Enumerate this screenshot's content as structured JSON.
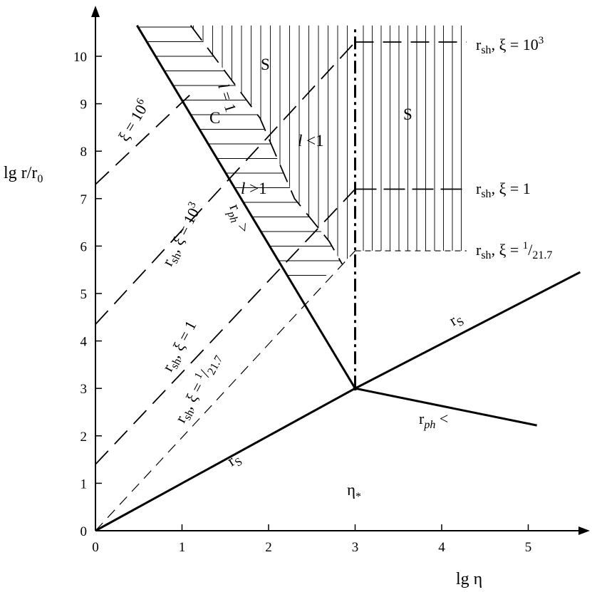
{
  "chart_data": {
    "type": "line",
    "title": "",
    "xlabel": "lg η",
    "ylabel": "lg r/r",
    "ylabel_subscript": "0",
    "xlim": [
      0,
      5.6
    ],
    "ylim": [
      0,
      10.7
    ],
    "xticks": [
      0,
      1,
      2,
      3,
      4,
      5
    ],
    "yticks": [
      0,
      1,
      2,
      3,
      4,
      5,
      6,
      7,
      8,
      9,
      10
    ],
    "grid": false,
    "legend": "none",
    "critical_point": {
      "x": 3,
      "y": 3
    },
    "lines": [
      {
        "id": "rs-low",
        "label": "rs",
        "style": "solid",
        "points": [
          [
            0,
            0
          ],
          [
            3,
            3
          ]
        ]
      },
      {
        "id": "rs-high",
        "label": "rs",
        "style": "solid",
        "points": [
          [
            3,
            3
          ],
          [
            5.6,
            5.45
          ]
        ]
      },
      {
        "id": "rph-low",
        "label": "rph <",
        "style": "solid",
        "points": [
          [
            3,
            3
          ],
          [
            5.1,
            2.22
          ]
        ]
      },
      {
        "id": "rph-high",
        "label": "rph >",
        "style": "solid",
        "points": [
          [
            0.48,
            10.65
          ],
          [
            3,
            3
          ]
        ]
      },
      {
        "id": "eta-star",
        "label": "η*",
        "style": "dashdot",
        "points": [
          [
            3,
            3
          ],
          [
            3,
            10.65
          ]
        ]
      },
      {
        "id": "rsh-1e6",
        "label": "ξ = 10^6",
        "style": "dashed",
        "points": [
          [
            0,
            7.3
          ],
          [
            1.1,
            9.2
          ]
        ]
      },
      {
        "id": "rsh-1e3",
        "label": "rsh, ξ = 10^3",
        "style": "dashed",
        "points": [
          [
            0,
            4.35
          ],
          [
            3,
            10.3
          ]
        ]
      },
      {
        "id": "rsh-1",
        "label": "rsh, ξ = 1",
        "style": "dashed",
        "points": [
          [
            0,
            1.4
          ],
          [
            3,
            7.2
          ]
        ]
      },
      {
        "id": "rsh-1/21.7",
        "label": "rsh, ξ = 1/21.7",
        "style": "thin-dashed",
        "points": [
          [
            0,
            0
          ],
          [
            3,
            5.9
          ]
        ]
      },
      {
        "id": "l-eq-1",
        "label": "l = 1",
        "style": "dashed",
        "points": [
          [
            1.1,
            10.65
          ],
          [
            1.9,
            8.7
          ],
          [
            2.3,
            7.0
          ],
          [
            2.7,
            6.1
          ],
          [
            2.85,
            5.62
          ]
        ]
      }
    ],
    "levels_right": [
      {
        "label": "rsh, ξ = 10^3",
        "y": 10.3
      },
      {
        "label": "rsh, ξ = 1",
        "y": 7.2
      },
      {
        "label": "rsh, ξ = 1/21.7",
        "y": 5.9
      }
    ],
    "regions": [
      {
        "label": "S",
        "at": [
          2.25,
          9.9
        ]
      },
      {
        "label": "S",
        "at": [
          3.65,
          8.8
        ]
      },
      {
        "label": "C",
        "at": [
          1.45,
          8.75
        ]
      },
      {
        "label": "l <1",
        "at": [
          2.65,
          8.2
        ]
      },
      {
        "label": "l >1",
        "at": [
          1.95,
          7.15
        ]
      }
    ],
    "annotations": [
      {
        "text": "η*",
        "at": [
          3,
          0.7
        ]
      }
    ]
  }
}
